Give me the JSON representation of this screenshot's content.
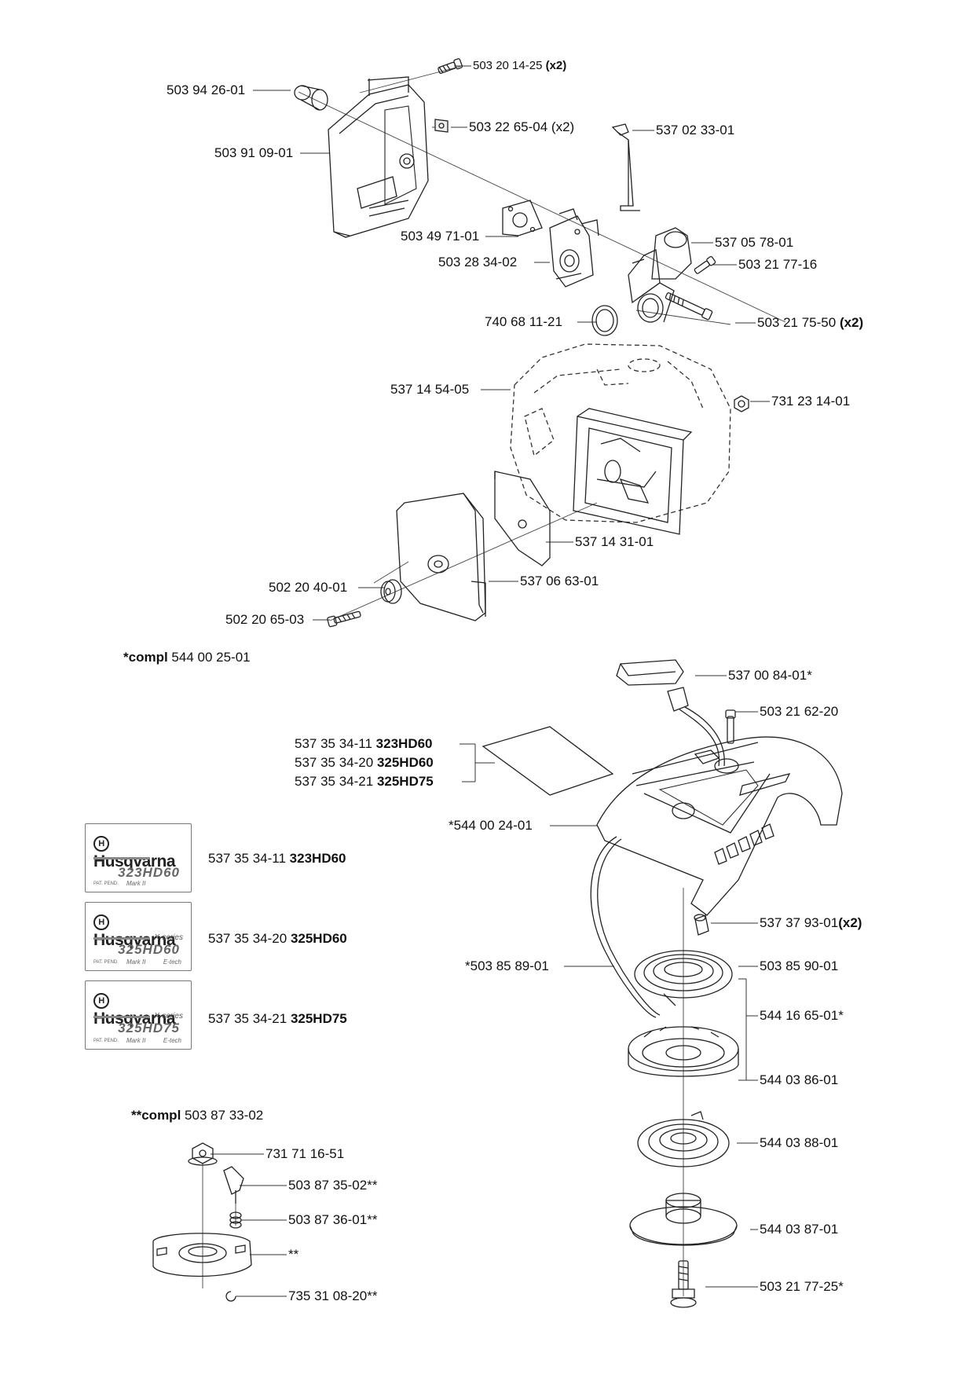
{
  "labels": {
    "p_503_94_26_01": "503 94 26-01",
    "p_503_20_14_25": "503 20 14-25",
    "p_503_20_14_25_qty": "(x2)",
    "p_503_22_65_04": "503 22 65-04 (x2)",
    "p_537_02_33_01": "537 02 33-01",
    "p_503_91_09_01": "503 91 09-01",
    "p_503_49_71_01": "503 49 71-01",
    "p_537_05_78_01": "537 05 78-01",
    "p_503_28_34_02": "503 28 34-02",
    "p_503_21_77_16": "503 21 77-16",
    "p_740_68_11_21": "740 68 11-21",
    "p_503_21_75_50": "503 21 75-50",
    "p_503_21_75_50_qty": "(x2)",
    "p_537_14_54_05": "537 14 54-05",
    "p_731_23_14_01": "731 23 14-01",
    "p_537_14_31_01": "537 14 31-01",
    "p_502_20_40_01": "502 20 40-01",
    "p_537_06_63_01": "537 06 63-01",
    "p_502_20_65_03": "502 20 65-03",
    "p_537_00_84_01": "537 00 84-01*",
    "p_503_21_62_20": "503 21 62-20",
    "p_537_35_34_11_a": "537 35 34-11",
    "p_537_35_34_11_a_model": "323HD60",
    "p_537_35_34_20_a": "537 35 34-20",
    "p_537_35_34_20_a_model": "325HD60",
    "p_537_35_34_21_a": "537 35 34-21",
    "p_537_35_34_21_a_model": "325HD75",
    "p_544_00_24_01": "*544 00 24-01",
    "p_537_35_34_11_b": "537 35 34-11",
    "p_537_35_34_11_b_model": "323HD60",
    "p_537_35_34_20_b": "537 35 34-20",
    "p_537_35_34_20_b_model": "325HD60",
    "p_537_35_34_21_b": "537 35 34-21",
    "p_537_35_34_21_b_model": "325HD75",
    "p_537_37_93_01": "537 37 93-01",
    "p_537_37_93_01_qty": "(x2)",
    "p_503_85_89_01": "*503 85 89-01",
    "p_503_85_90_01": "503 85 90-01",
    "p_544_16_65_01": "544 16 65-01*",
    "p_544_03_86_01": "544 03 86-01",
    "p_544_03_88_01": "544 03 88-01",
    "p_731_71_16_51": "731 71 16-51",
    "p_503_87_35_02": "503 87 35-02**",
    "p_503_87_36_01": "503 87 36-01**",
    "p_double_star": "**",
    "p_544_03_87_01": "544 03 87-01",
    "p_735_31_08_20": "735 31 08-20**",
    "p_503_21_77_25": "503  21 77-25*"
  },
  "headers": {
    "compl_1_prefix": "*compl",
    "compl_1_number": "544 00 25-01",
    "compl_2_prefix": "**compl",
    "compl_2_number": "503 87 33-02"
  },
  "decals": [
    {
      "brand": "Husqvarna",
      "series": "",
      "model": "323HD60",
      "pat": "PAT. PEND.",
      "mark": "Mark II",
      "extra": ""
    },
    {
      "brand": "Husqvarna",
      "series": "X-series",
      "model": "325HD60",
      "pat": "PAT. PEND.",
      "mark": "Mark II",
      "extra": "E-tech"
    },
    {
      "brand": "Husqvarna",
      "series": "X-series",
      "model": "325HD75",
      "pat": "PAT. PEND.",
      "mark": "Mark II",
      "extra": "E-tech"
    }
  ]
}
